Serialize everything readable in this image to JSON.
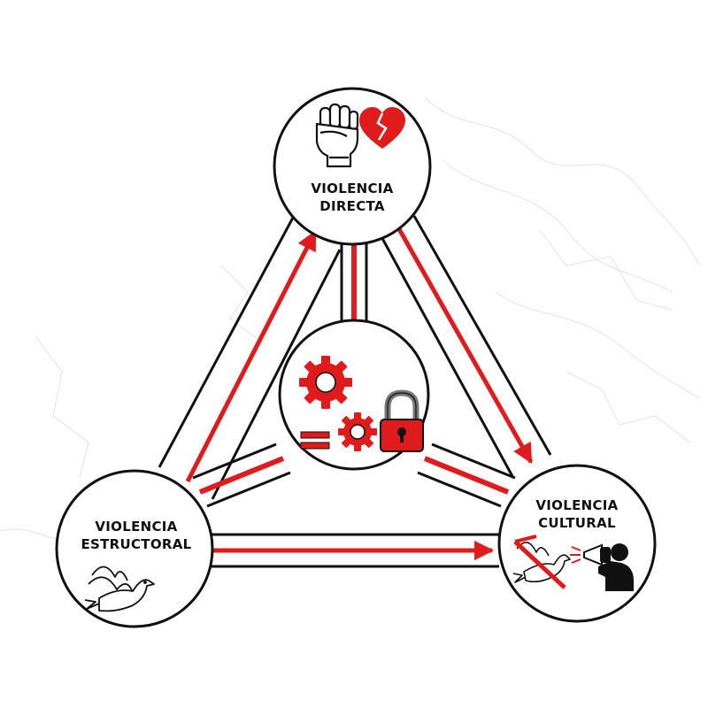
{
  "diagram": {
    "nodes": {
      "direct": {
        "label_line1": "VIOLENCIA",
        "label_line2": "DIRECTA",
        "icons": [
          "raised-fist-icon",
          "broken-heart-icon"
        ]
      },
      "structural": {
        "label_line1": "VIOLENCIA",
        "label_line2": "ESTRUCTORAL",
        "icons": [
          "dove-icon"
        ]
      },
      "cultural": {
        "label_line1": "VIOLENCIA",
        "label_line2": "CULTURAL",
        "icons": [
          "crossed-out-dove-icon",
          "megaphone-speaker-icon"
        ]
      },
      "center": {
        "icons": [
          "gears-icon",
          "equals-icon",
          "padlock-icon"
        ]
      }
    },
    "colors": {
      "accent_red": "#e01b1b",
      "outline": "#111111",
      "background": "#ffffff"
    }
  }
}
